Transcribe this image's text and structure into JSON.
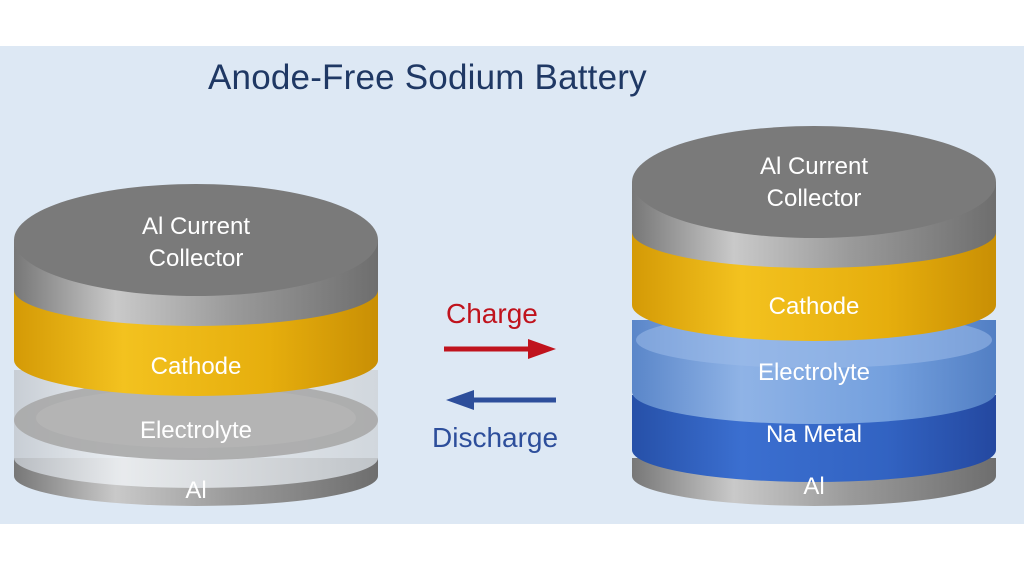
{
  "title": "Anode-Free Sodium Battery",
  "left_cell": {
    "top_line1": "Al Current",
    "top_line2": "Collector",
    "cathode": "Cathode",
    "electrolyte": "Electrolyte",
    "bottom": "Al"
  },
  "right_cell": {
    "top_line1": "Al Current",
    "top_line2": "Collector",
    "cathode": "Cathode",
    "electrolyte": "Electrolyte",
    "na_metal": "Na Metal",
    "bottom": "Al"
  },
  "arrows": {
    "charge": "Charge",
    "discharge": "Discharge"
  },
  "colors": {
    "background": "#dde8f4",
    "title": "#1f3864",
    "charge": "#c0131d",
    "discharge": "#2d4e9b",
    "aluminum": "#8c8c8c",
    "cathode": "#e8b00f",
    "electrolyte": "#6f9cdc",
    "na_metal": "#2f62c4"
  }
}
